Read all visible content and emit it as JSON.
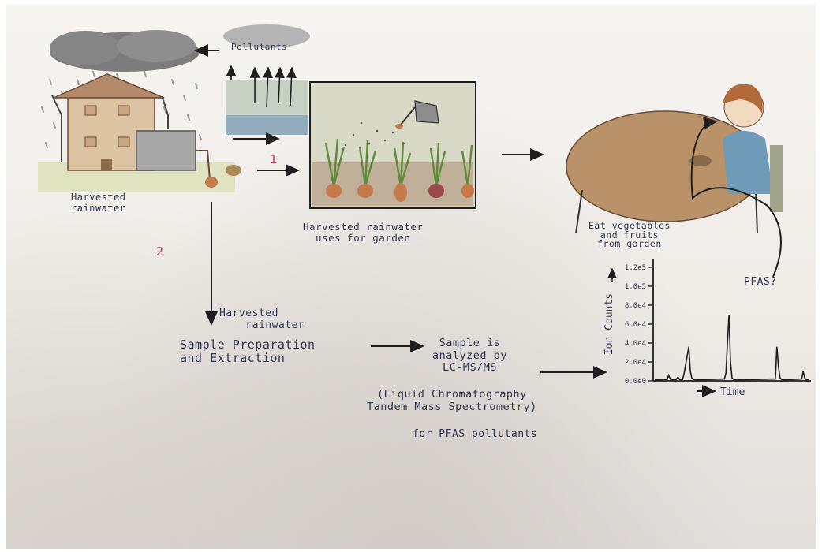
{
  "labels": {
    "pollutants": "Pollutants",
    "harvested_rainwater": "Harvested\nrainwater",
    "garden_caption": "Harvested rainwater\nuses for garden",
    "eat_caption": "Eat vegetables\nand fruits\nfrom garden",
    "pfas_question": "PFAS?",
    "path_1": "1",
    "path_2": "2",
    "harvested_rainwater_2": "Harvested\n    rainwater",
    "sample_prep": "Sample Preparation\nand Extraction",
    "analysis": "Sample is\nanalyzed by\nLC-MS/MS",
    "lcms_full": "(Liquid Chromatography\nTandem Mass Spectrometry)",
    "for_pfas": "for PFAS pollutants"
  },
  "colors": {
    "ink": "#2f3550",
    "accent_pink": "#c0305a",
    "table": "#b9926a",
    "shirt": "#6f9bb8",
    "hair": "#b36a3a",
    "soil": "#8b6a4a",
    "cloud": "#8a8a8a"
  },
  "chart_data": {
    "type": "line",
    "ylabel": "Ion Counts",
    "xlabel": "Time",
    "yticks": [
      "0.0e0",
      "2.0e4",
      "4.0e4",
      "6.0e4",
      "8.0e4",
      "1.0e5",
      "1.2e5"
    ],
    "ylim": [
      0,
      120000
    ],
    "xlim": [
      0,
      100
    ],
    "series": [
      {
        "x": [
          0,
          8,
          9,
          10,
          11,
          12,
          14,
          15,
          16,
          17,
          18,
          19,
          22,
          23,
          24,
          25,
          26,
          27,
          45,
          46,
          47,
          48,
          49,
          50,
          51,
          52,
          53,
          78,
          79,
          80,
          81,
          82,
          83,
          95,
          96,
          97,
          98,
          100
        ],
        "y": [
          1000,
          1500,
          6000,
          2000,
          1500,
          1000,
          1500,
          4000,
          1500,
          1000,
          1500,
          8000,
          36000,
          10000,
          3000,
          1500,
          1000,
          1000,
          2000,
          8000,
          40000,
          70000,
          20000,
          3000,
          1500,
          1000,
          1000,
          2000,
          36000,
          15000,
          3000,
          1500,
          1000,
          2000,
          10000,
          3000,
          1000,
          1000
        ]
      }
    ]
  }
}
